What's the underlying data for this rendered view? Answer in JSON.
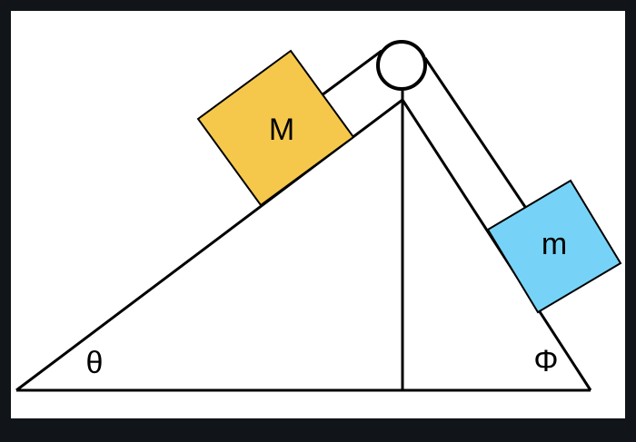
{
  "colors": {
    "frame": "#111418",
    "canvas": "#ffffff",
    "stroke": "#000000",
    "block_M": "#f5c84c",
    "block_m": "#76d3f7"
  },
  "blocks": {
    "M": {
      "label": "M"
    },
    "m": {
      "label": "m"
    }
  },
  "angles": {
    "theta": "θ",
    "phi": "Φ"
  },
  "icons": {
    "pulley": "pulley-icon"
  }
}
